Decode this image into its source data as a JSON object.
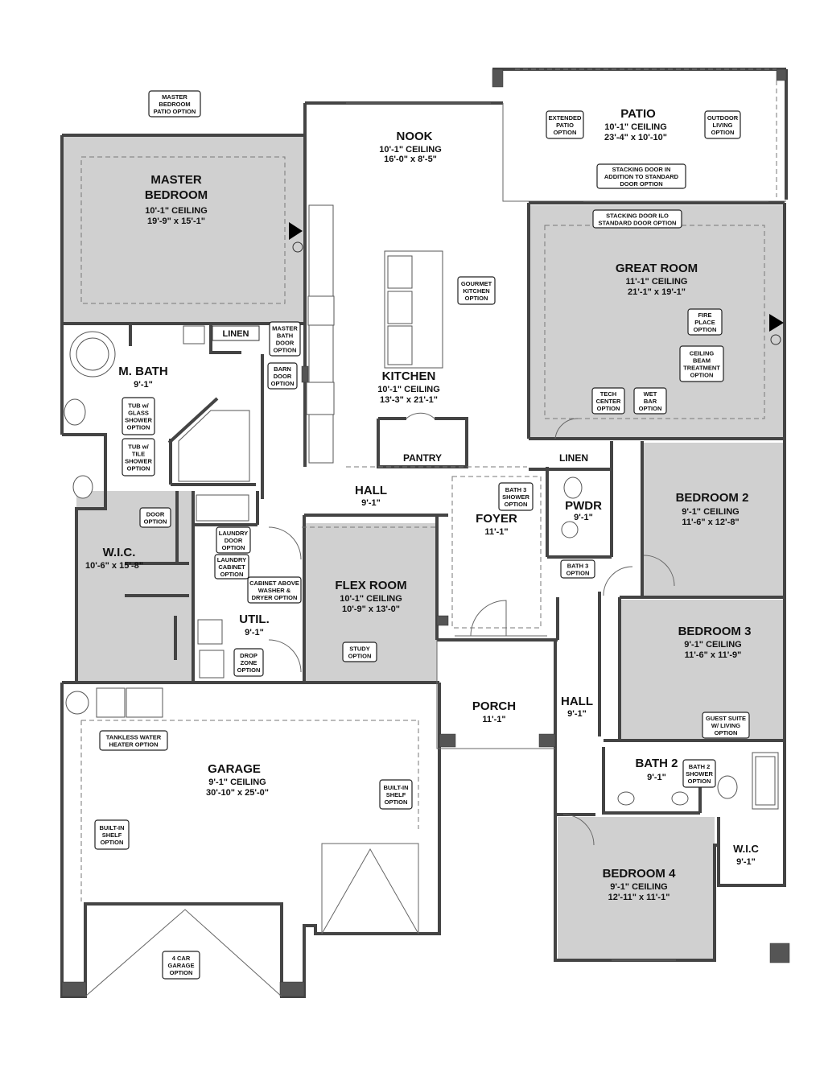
{
  "rooms": {
    "patio": {
      "name": "PATIO",
      "ceiling": "10'-1\" CEILING",
      "size": "23'-4\" x 10'-10\""
    },
    "nook": {
      "name": "NOOK",
      "ceiling": "10'-1\" CEILING",
      "size": "16'-0\" x 8'-5\""
    },
    "master_bedroom": {
      "name1": "MASTER",
      "name2": "BEDROOM",
      "ceiling": "10'-1\" CEILING",
      "size": "19'-9\" x 15'-1\""
    },
    "great_room": {
      "name": "GREAT ROOM",
      "ceiling": "11'-1\" CEILING",
      "size": "21'-1\" x 19'-1\""
    },
    "linen_master": {
      "name": "LINEN"
    },
    "m_bath": {
      "name": "M. BATH",
      "ceiling": "9'-1\""
    },
    "kitchen": {
      "name": "KITCHEN",
      "ceiling": "10'-1\" CEILING",
      "size": "13'-3\" x 21'-1\""
    },
    "pantry": {
      "name": "PANTRY"
    },
    "linen_hall": {
      "name": "LINEN"
    },
    "bedroom2": {
      "name": "BEDROOM 2",
      "ceiling": "9'-1\" CEILING",
      "size": "11'-6\" x 12'-8\""
    },
    "hall_center": {
      "name": "HALL",
      "ceiling": "9'-1\""
    },
    "foyer": {
      "name": "FOYER",
      "ceiling": "11'-1\""
    },
    "pwdr": {
      "name": "PWDR",
      "ceiling": "9'-1\""
    },
    "wic_master": {
      "name": "W.I.C.",
      "size": "10'-6\" x 15'-8\""
    },
    "flex_room": {
      "name": "FLEX ROOM",
      "ceiling": "10'-1\" CEILING",
      "size": "10'-9\" x 13'-0\""
    },
    "util": {
      "name": "UTIL.",
      "ceiling": "9'-1\""
    },
    "bedroom3": {
      "name": "BEDROOM 3",
      "ceiling": "9'-1\" CEILING",
      "size": "11'-6\" x 11'-9\""
    },
    "porch": {
      "name": "PORCH",
      "ceiling": "11'-1\""
    },
    "hall_right": {
      "name": "HALL",
      "ceiling": "9'-1\""
    },
    "garage": {
      "name": "GARAGE",
      "ceiling": "9'-1\" CEILING",
      "size": "30'-10\" x 25'-0\""
    },
    "bath2": {
      "name": "BATH 2",
      "ceiling": "9'-1\""
    },
    "wic_small": {
      "name": "W.I.C",
      "ceiling": "9'-1\""
    },
    "bedroom4": {
      "name": "BEDROOM 4",
      "ceiling": "9'-1\" CEILING",
      "size": "12'-11\" x 11'-1\""
    }
  },
  "options": [
    {
      "id": "master-bedroom-patio-option",
      "lines": [
        "MASTER",
        "BEDROOM",
        "PATIO OPTION"
      ]
    },
    {
      "id": "extended-patio-option",
      "lines": [
        "EXTENDED",
        "PATIO",
        "OPTION"
      ]
    },
    {
      "id": "outdoor-living-option",
      "lines": [
        "OUTDOOR",
        "LIVING",
        "OPTION"
      ]
    },
    {
      "id": "stacking-door-addition-option",
      "lines": [
        "STACKING DOOR IN",
        "ADDITION TO STANDARD",
        "DOOR OPTION"
      ]
    },
    {
      "id": "stacking-door-ilo-option",
      "lines": [
        "STACKING DOOR ILO",
        "STANDARD DOOR OPTION"
      ]
    },
    {
      "id": "gourmet-kitchen-option",
      "lines": [
        "GOURMET",
        "KITCHEN",
        "OPTION"
      ]
    },
    {
      "id": "fire-place-option",
      "lines": [
        "FIRE",
        "PLACE",
        "OPTION"
      ]
    },
    {
      "id": "ceiling-beam-treatment-option",
      "lines": [
        "CEILING",
        "BEAM",
        "TREATMENT",
        "OPTION"
      ]
    },
    {
      "id": "tech-center-option",
      "lines": [
        "TECH",
        "CENTER",
        "OPTION"
      ]
    },
    {
      "id": "wet-bar-option",
      "lines": [
        "WET",
        "BAR",
        "OPTION"
      ]
    },
    {
      "id": "master-bath-door-option",
      "lines": [
        "MASTER",
        "BATH",
        "DOOR",
        "OPTION"
      ]
    },
    {
      "id": "barn-door-option",
      "lines": [
        "BARN",
        "DOOR",
        "OPTION"
      ]
    },
    {
      "id": "tub-glass-shower-option",
      "lines": [
        "TUB w/",
        "GLASS",
        "SHOWER",
        "OPTION"
      ]
    },
    {
      "id": "tub-tile-shower-option",
      "lines": [
        "TUB w/",
        "TILE",
        "SHOWER",
        "OPTION"
      ]
    },
    {
      "id": "door-option",
      "lines": [
        "DOOR",
        "OPTION"
      ]
    },
    {
      "id": "laundry-door-option",
      "lines": [
        "LAUNDRY",
        "DOOR",
        "OPTION"
      ]
    },
    {
      "id": "laundry-cabinet-option",
      "lines": [
        "LAUNDRY",
        "CABINET",
        "OPTION"
      ]
    },
    {
      "id": "cabinet-above-washer-option",
      "lines": [
        "CABINET ABOVE",
        "WASHER &",
        "DRYER OPTION"
      ]
    },
    {
      "id": "drop-zone-option",
      "lines": [
        "DROP",
        "ZONE",
        "OPTION"
      ]
    },
    {
      "id": "study-option",
      "lines": [
        "STUDY",
        "OPTION"
      ]
    },
    {
      "id": "bath3-shower-option",
      "lines": [
        "BATH 3",
        "SHOWER",
        "OPTION"
      ]
    },
    {
      "id": "bath3-option",
      "lines": [
        "BATH 3",
        "OPTION"
      ]
    },
    {
      "id": "guest-suite-option",
      "lines": [
        "GUEST SUITE",
        "W/ LIVING",
        "OPTION"
      ]
    },
    {
      "id": "bath2-shower-option",
      "lines": [
        "BATH 2",
        "SHOWER",
        "OPTION"
      ]
    },
    {
      "id": "tankless-water-heater-option",
      "lines": [
        "TANKLESS WATER",
        "HEATER OPTION"
      ]
    },
    {
      "id": "built-in-shelf-option-right",
      "lines": [
        "BUILT-IN",
        "SHELF",
        "OPTION"
      ]
    },
    {
      "id": "built-in-shelf-option-left",
      "lines": [
        "BUILT-IN",
        "SHELF",
        "OPTION"
      ]
    },
    {
      "id": "four-car-garage-option",
      "lines": [
        "4 CAR",
        "GARAGE",
        "OPTION"
      ]
    }
  ]
}
